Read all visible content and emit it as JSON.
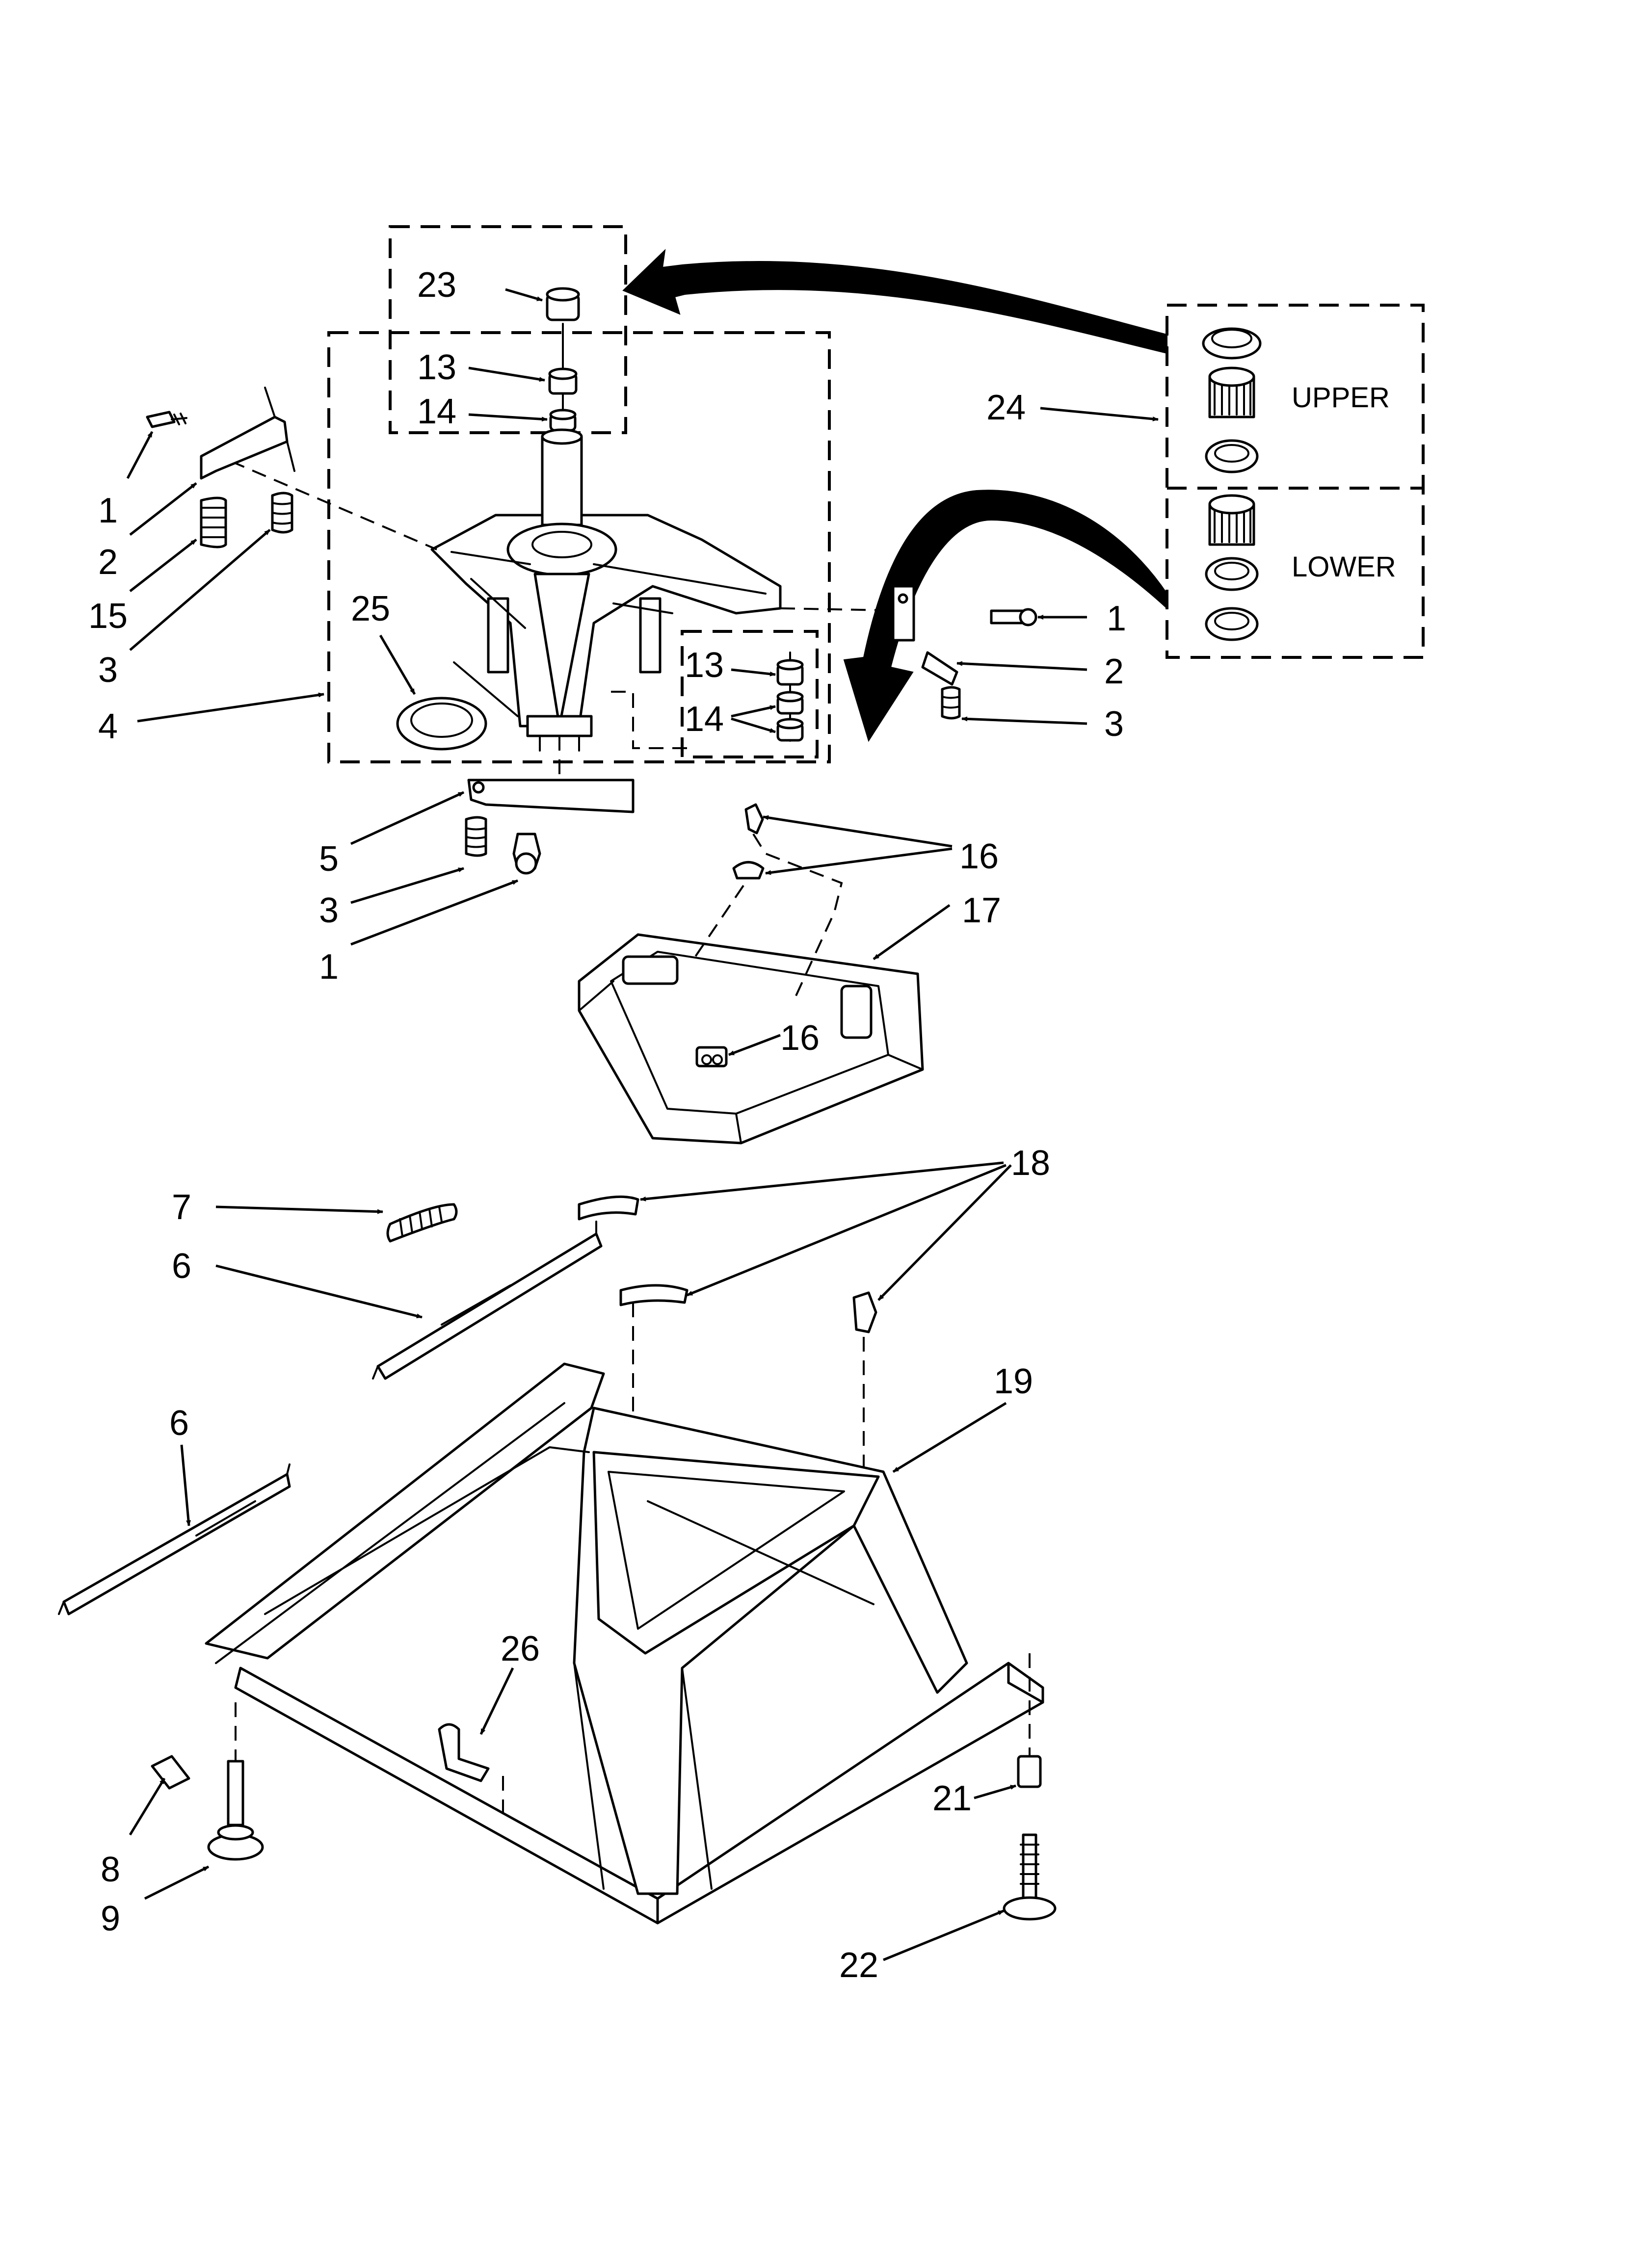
{
  "callouts": {
    "c1a": "1",
    "c1b": "1",
    "c1c": "1",
    "c2a": "2",
    "c2b": "2",
    "c3a": "3",
    "c3b": "3",
    "c3c": "3",
    "c4": "4",
    "c5": "5",
    "c6a": "6",
    "c6b": "6",
    "c7": "7",
    "c8": "8",
    "c9": "9",
    "c13a": "13",
    "c13b": "13",
    "c14a": "14",
    "c14b": "14",
    "c15": "15",
    "c16a": "16",
    "c16b": "16",
    "c17": "17",
    "c18": "18",
    "c19": "19",
    "c21": "21",
    "c22": "22",
    "c23": "23",
    "c24": "24",
    "c25": "25",
    "c26": "26"
  },
  "bearing_kit": {
    "upper_label": "UPPER",
    "lower_label": "LOWER"
  }
}
